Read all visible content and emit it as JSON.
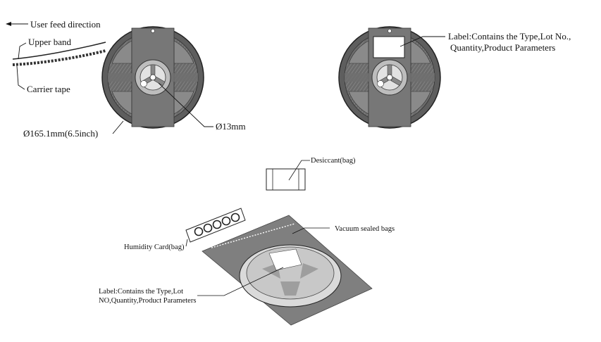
{
  "labels": {
    "user_feed_direction": "User feed direction",
    "upper_band": "Upper band",
    "carrier_tape": "Carrier tape",
    "reel_diameter": "Ø165.1mm(6.5inch)",
    "hub_diameter": "Ø13mm",
    "reel_label_line1": "Label:Contains  the Type,Lot No.,",
    "reel_label_line2": "Quantity,Product Parameters",
    "desiccant": "Desiccant(bag)",
    "humidity_card": "Humidity Card(bag)",
    "vacuum_bags": "Vacuum sealed bags",
    "bag_label_line1": "Label:Contains the Type,Lot",
    "bag_label_line2": "NO,Quantity,Product Parameters"
  },
  "colors": {
    "reel_dark": "#5c5c5c",
    "reel_mid": "#7a7a7a",
    "reel_light": "#a9a9a9",
    "hub": "#cfcfcf",
    "bag": "#7f7f7f",
    "line": "#111111"
  }
}
